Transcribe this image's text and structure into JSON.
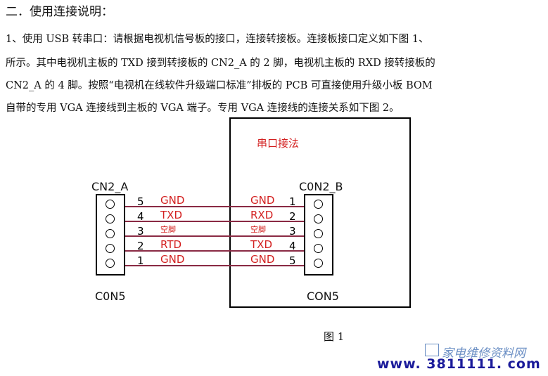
{
  "text": {
    "heading": "二．使用连接说明：",
    "lines": [
      "1、使用 USB 转串口：请根据电视机信号板的接口，连接转接板。连接板接口定义如下图 1、",
      "所示。其中电视机主板的 TXD 接到转接板的 CN2_A 的 2 脚，电视机主板的 RXD 接转接板的",
      "CN2_A 的 4 脚。按照“电视机在线软件升级端口标准”排板的 PCB 可直接使用升级小板 BOM",
      "自带的专用 VGA 连接线到主板的 VGA 端子。专用 VGA 连接线的连接关系如下图 2。"
    ]
  },
  "diagram": {
    "box_title": "串口接法",
    "left_connector": {
      "top_label": "CN2_A",
      "bottom_label": "C0N5"
    },
    "right_connector": {
      "top_label": "C0N2_B",
      "bottom_label": "CON5"
    },
    "left_rows": [
      {
        "pin": "5",
        "signal": "GND"
      },
      {
        "pin": "4",
        "signal": "TXD"
      },
      {
        "pin": "3",
        "signal": "空脚"
      },
      {
        "pin": "2",
        "signal": "RTD"
      },
      {
        "pin": "1",
        "signal": "GND"
      }
    ],
    "right_rows": [
      {
        "pin": "1",
        "signal": "GND"
      },
      {
        "pin": "2",
        "signal": "RXD"
      },
      {
        "pin": "3",
        "signal": "空脚"
      },
      {
        "pin": "4",
        "signal": "TXD"
      },
      {
        "pin": "5",
        "signal": "GND"
      }
    ],
    "caption": "图 1"
  },
  "watermark": {
    "site": "www. 3811111. com",
    "cn_text": "家电维修资料网"
  },
  "colors": {
    "signal_red": "#d32020",
    "wire": "#8a2a44",
    "watermark_blue": "#1a1a9a"
  }
}
